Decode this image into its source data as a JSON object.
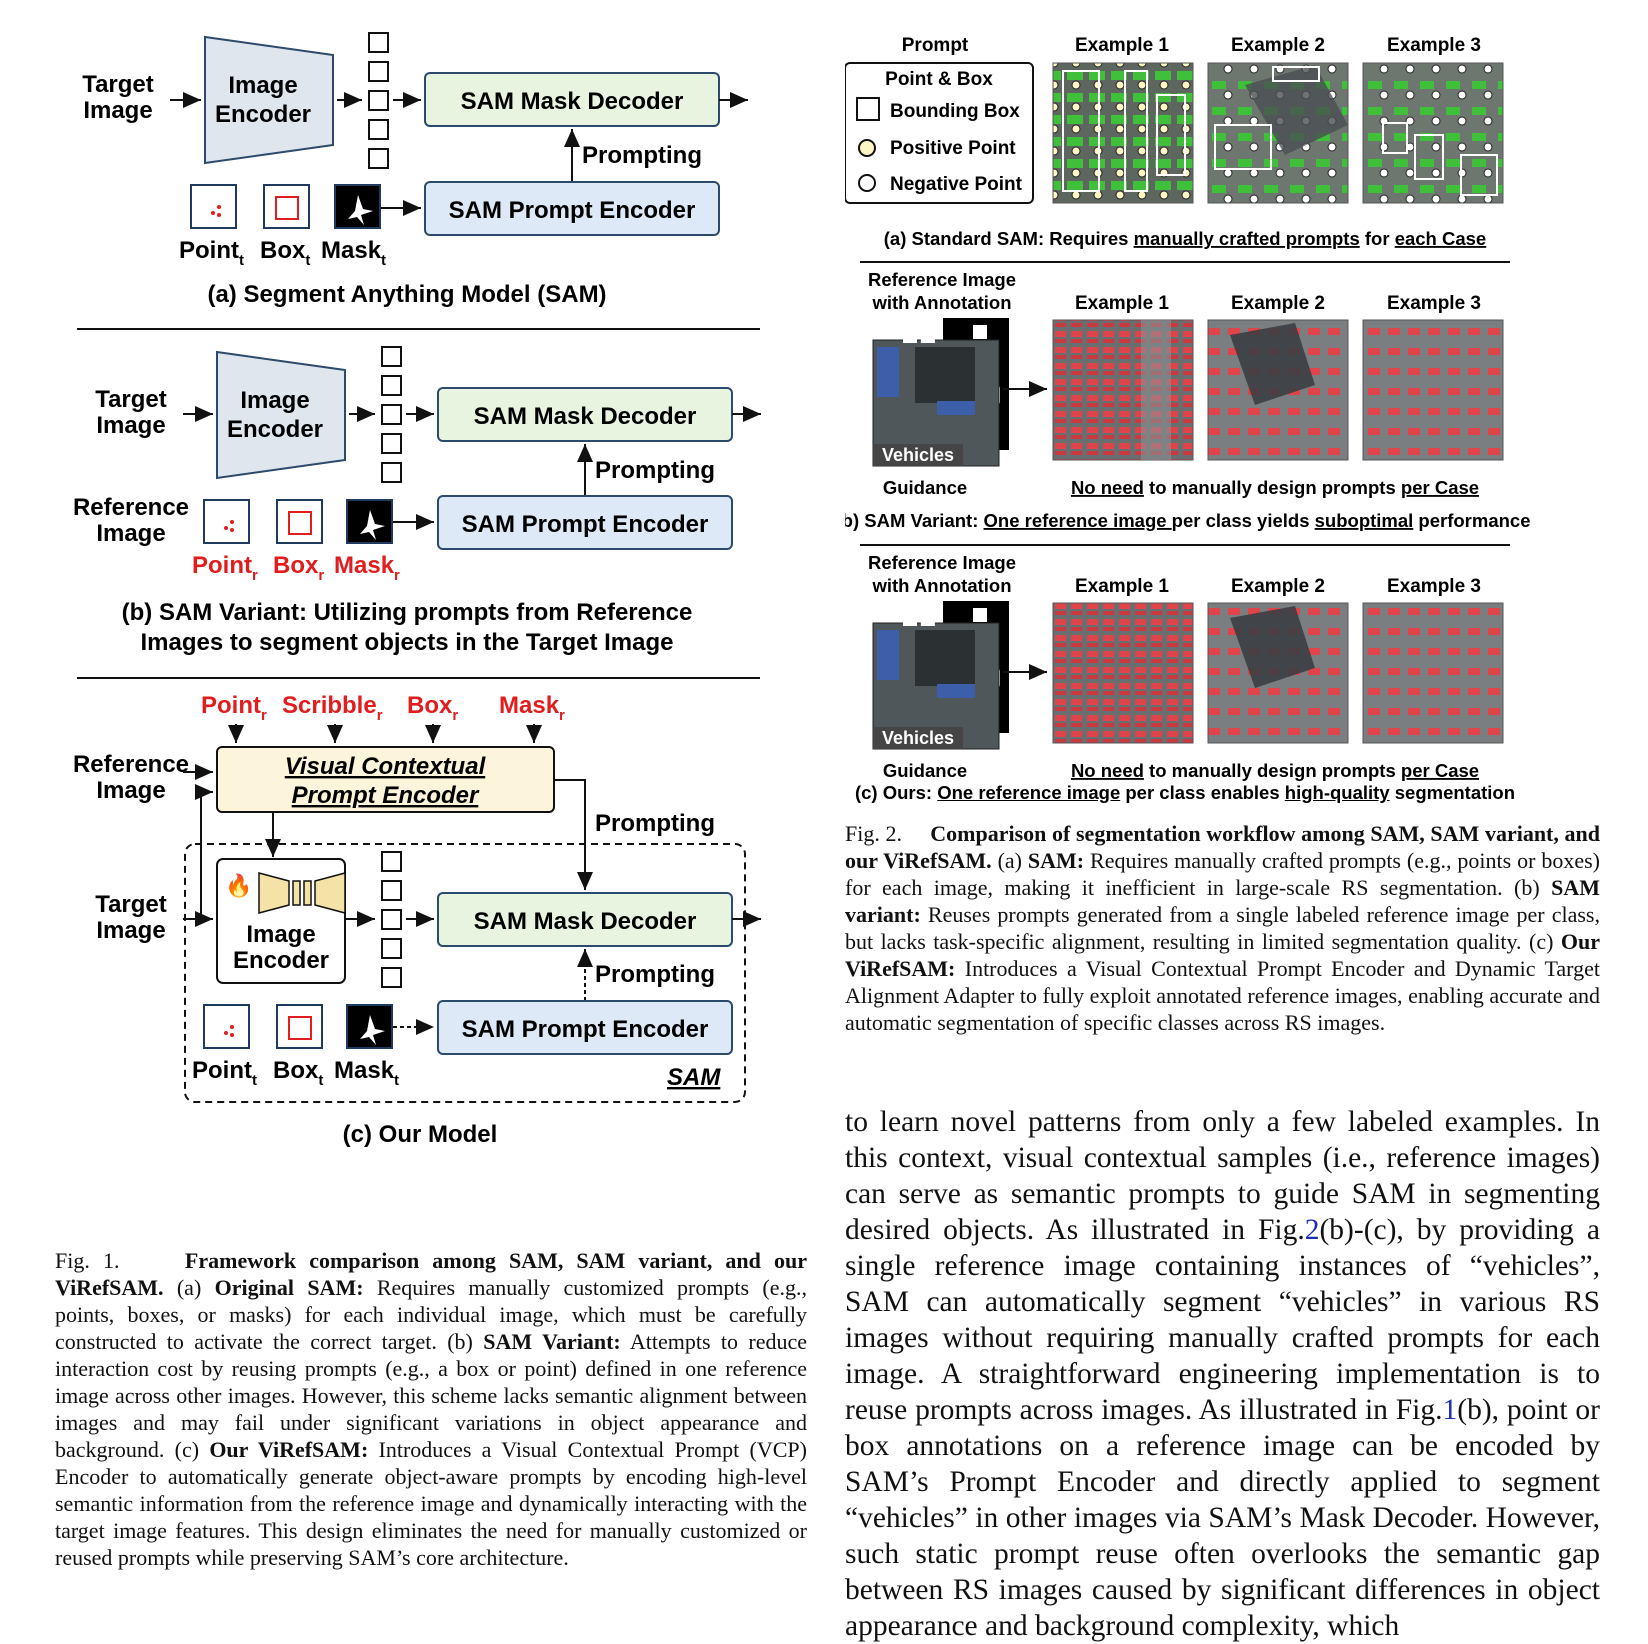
{
  "fig1": {
    "a": {
      "target_image": [
        "Target",
        "Image"
      ],
      "image_encoder": [
        "Image",
        "Encoder"
      ],
      "mask_decoder": "SAM Mask Decoder",
      "prompt_encoder": "SAM Prompt Encoder",
      "prompting": "Prompting",
      "prompt_labels": [
        {
          "base": "Point",
          "sub": "t"
        },
        {
          "base": "Box",
          "sub": "t"
        },
        {
          "base": "Mask",
          "sub": "t"
        }
      ],
      "title": "(a) Segment Anything Model (SAM)"
    },
    "b": {
      "target_image": [
        "Target",
        "Image"
      ],
      "image_encoder": [
        "Image",
        "Encoder"
      ],
      "reference_image": [
        "Reference",
        "Image"
      ],
      "mask_decoder": "SAM Mask Decoder",
      "prompt_encoder": "SAM Prompt Encoder",
      "prompting": "Prompting",
      "prompt_labels": [
        {
          "base": "Point",
          "sub": "r"
        },
        {
          "base": "Box",
          "sub": "r"
        },
        {
          "base": "Mask",
          "sub": "r"
        }
      ],
      "title": [
        "(b) SAM Variant: Utilizing prompts from Reference",
        "Images to segment objects in the Target Image"
      ]
    },
    "c": {
      "top_labels": [
        {
          "base": "Point",
          "sub": "r"
        },
        {
          "base": "Scribble",
          "sub": "r"
        },
        {
          "base": "Box",
          "sub": "r"
        },
        {
          "base": "Mask",
          "sub": "r"
        }
      ],
      "reference_image": [
        "Reference",
        "Image"
      ],
      "vcp_encoder": [
        "Visual Contextual",
        "Prompt Encoder"
      ],
      "prompting_top": "Prompting",
      "target_image": [
        "Target",
        "Image"
      ],
      "image_encoder": [
        "Image",
        "Encoder"
      ],
      "mask_decoder": "SAM Mask Decoder",
      "prompting_mid": "Prompting",
      "prompt_encoder": "SAM Prompt Encoder",
      "prompt_labels": [
        {
          "base": "Point",
          "sub": "t"
        },
        {
          "base": "Box",
          "sub": "t"
        },
        {
          "base": "Mask",
          "sub": "t"
        }
      ],
      "sam_label": "SAM",
      "title": "(c) Our Model"
    },
    "caption": {
      "lead": "Fig. 1.",
      "bold_title": "Framework comparison among SAM, SAM variant, and our ViRefSAM.",
      "segments": [
        {
          "t": "(a) ",
          "b": false
        },
        {
          "t": "Original SAM:",
          "b": true
        },
        {
          "t": " Requires manually customized prompts (e.g., points, boxes, or masks) for each individual image, which must be carefully constructed to activate the correct target. (b) ",
          "b": false
        },
        {
          "t": "SAM Variant:",
          "b": true
        },
        {
          "t": " Attempts to reduce interaction cost by reusing prompts (e.g., a box or point) defined in one reference image across other images. However, this scheme lacks semantic alignment between images and may fail under significant variations in object appearance and background. (c) ",
          "b": false
        },
        {
          "t": "Our ViRefSAM:",
          "b": true
        },
        {
          "t": " Introduces a Visual Contextual Prompt (VCP) Encoder to automatically generate object-aware prompts by encoding high-level semantic information from the reference image and dynamically interacting with the target image features. This design eliminates the need for manually customized or reused prompts while preserving SAM’s core architecture.",
          "b": false
        }
      ]
    }
  },
  "fig2": {
    "a": {
      "prompt_header": "Prompt",
      "legend_title": "Point & Box",
      "legend_items": [
        "Bounding Box",
        "Positive Point",
        "Negative Point"
      ],
      "examples": [
        "Example 1",
        "Example 2",
        "Example 3"
      ],
      "caption_parts": [
        {
          "t": "(a) Standard SAM: Requires ",
          "u": false
        },
        {
          "t": "manually crafted prompts",
          "u": true
        },
        {
          "t": " for ",
          "u": false
        },
        {
          "t": "each Case",
          "u": true
        }
      ]
    },
    "b": {
      "ref_header": [
        "Reference Image",
        "with Annotation"
      ],
      "examples": [
        "Example 1",
        "Example 2",
        "Example 3"
      ],
      "vehicles": "Vehicles",
      "guidance": "Guidance",
      "no_need_parts": [
        {
          "t": "No need",
          "u": true
        },
        {
          "t": " to manually design prompts ",
          "u": false
        },
        {
          "t": "per Case",
          "u": true
        }
      ],
      "caption_parts": [
        {
          "t": "(b) SAM Variant: ",
          "u": false
        },
        {
          "t": "One reference image ",
          "u": true
        },
        {
          "t": "per class yields ",
          "u": false
        },
        {
          "t": "suboptimal",
          "u": true
        },
        {
          "t": " performance",
          "u": false
        }
      ]
    },
    "c": {
      "ref_header": [
        "Reference Image",
        "with Annotation"
      ],
      "examples": [
        "Example 1",
        "Example 2",
        "Example 3"
      ],
      "vehicles": "Vehicles",
      "guidance": "Guidance",
      "no_need_parts": [
        {
          "t": "No need",
          "u": true
        },
        {
          "t": " to manually design prompts ",
          "u": false
        },
        {
          "t": "per Case",
          "u": true
        }
      ],
      "caption_parts": [
        {
          "t": "(c) Ours: ",
          "u": false
        },
        {
          "t": "One reference image",
          "u": true
        },
        {
          "t": " per class enables ",
          "u": false
        },
        {
          "t": "high-quality",
          "u": true
        },
        {
          "t": " segmentation",
          "u": false
        }
      ]
    },
    "caption": {
      "lead": "Fig. 2.",
      "bold_title": "Comparison of segmentation workflow among SAM, SAM variant, and our ViRefSAM.",
      "segments": [
        {
          "t": " (a) ",
          "b": false
        },
        {
          "t": "SAM:",
          "b": true
        },
        {
          "t": " Requires manually crafted prompts (e.g., points or boxes) for each image, making it inefficient in large-scale RS segmentation. (b) ",
          "b": false
        },
        {
          "t": "SAM variant:",
          "b": true
        },
        {
          "t": " Reuses prompts generated from a single labeled reference image per class, but lacks task-specific alignment, resulting in limited segmentation quality. (c) ",
          "b": false
        },
        {
          "t": "Our ViRefSAM:",
          "b": true
        },
        {
          "t": " Introduces a Visual Contextual Prompt Encoder and Dynamic Target Alignment Adapter to fully exploit annotated reference images, enabling accurate and automatic segmentation of specific classes across RS images.",
          "b": false
        }
      ]
    }
  },
  "body": {
    "segments": [
      {
        "t": "to learn novel patterns from only a few labeled examples. In this context, visual contextual samples (i.e., reference images) can serve as semantic prompts to guide SAM in segmenting desired objects. As illustrated in Fig.",
        "r": false
      },
      {
        "t": "2",
        "r": true
      },
      {
        "t": "(b)-(c), by providing a single reference image containing instances of “vehicles”, SAM can automatically segment “vehicles” in various RS images without requiring manually crafted prompts for each image. A straightforward engineering implementation is to reuse prompts across images. As illustrated in Fig.",
        "r": false
      },
      {
        "t": "1",
        "r": true
      },
      {
        "t": "(b), point or box annotations on a reference image can be encoded by SAM’s Prompt Encoder and directly applied to segment “vehicles” in other images via SAM’s Mask Decoder. However, such static prompt reuse often overlooks the semantic gap between RS images caused by significant differences in object appearance and background complexity, which",
        "r": false
      }
    ]
  },
  "colors": {
    "encoder_fill": "#dfe6ee",
    "decoder_fill": "#e8f3e0",
    "prompt_enc_fill": "#dde9f6",
    "vcp_fill": "#fdf4dc",
    "red_label": "#e11d1d",
    "box_border": "#1f3a5f",
    "link_blue": "#1a2fb5"
  }
}
